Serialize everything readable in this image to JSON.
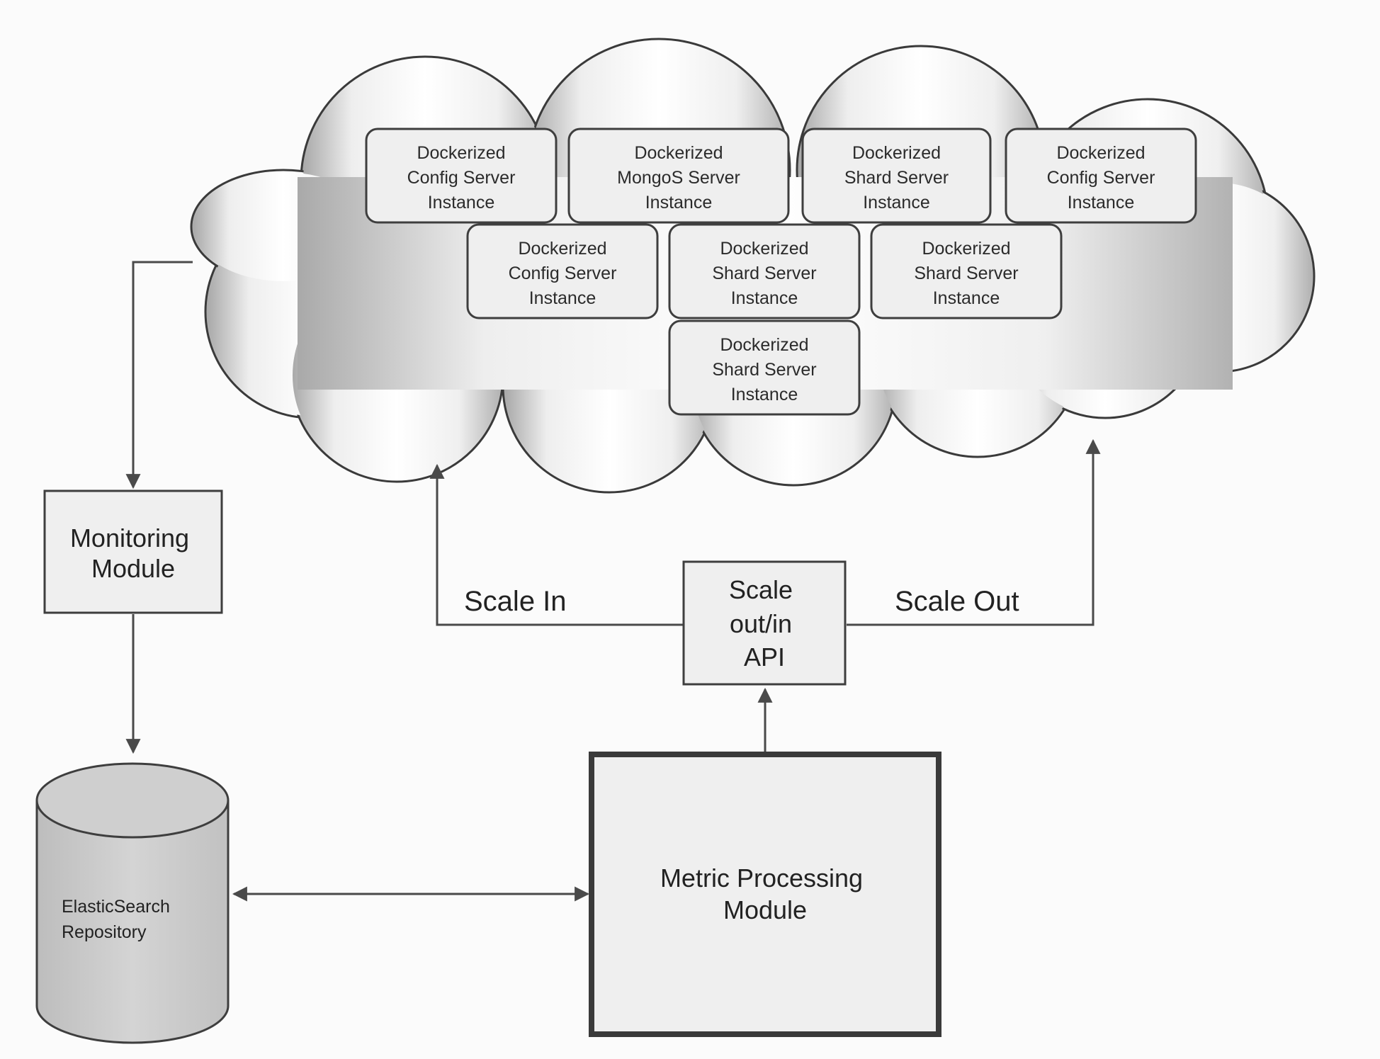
{
  "cloud": {
    "instances": [
      {
        "lines": [
          "Dockerized",
          "Config Server",
          "Instance"
        ]
      },
      {
        "lines": [
          "Dockerized",
          "MongoS Server",
          "Instance"
        ]
      },
      {
        "lines": [
          "Dockerized",
          "Shard Server",
          "Instance"
        ]
      },
      {
        "lines": [
          "Dockerized",
          "Config Server",
          "Instance"
        ]
      },
      {
        "lines": [
          "Dockerized",
          "Config Server",
          "Instance"
        ]
      },
      {
        "lines": [
          "Dockerized",
          "Shard Server",
          "Instance"
        ]
      },
      {
        "lines": [
          "Dockerized",
          "Shard Server",
          "Instance"
        ]
      },
      {
        "lines": [
          "Dockerized",
          "Shard Server",
          "Instance"
        ]
      }
    ]
  },
  "nodes": {
    "monitoring": {
      "lines": [
        "Monitoring",
        "Module"
      ]
    },
    "scale_api": {
      "lines": [
        "Scale",
        "out/in",
        "API"
      ]
    },
    "metric_processing": {
      "lines": [
        "Metric Processing",
        "Module"
      ]
    },
    "repository": {
      "lines": [
        "ElasticSearch",
        "Repository"
      ]
    }
  },
  "edges": {
    "scale_in_label": "Scale In",
    "scale_out_label": "Scale Out"
  },
  "colors": {
    "line": "#4a4a4a",
    "box_fill": "#efefef",
    "cloud_light": "#ffffff",
    "cloud_dark": "#b9b9b9"
  }
}
